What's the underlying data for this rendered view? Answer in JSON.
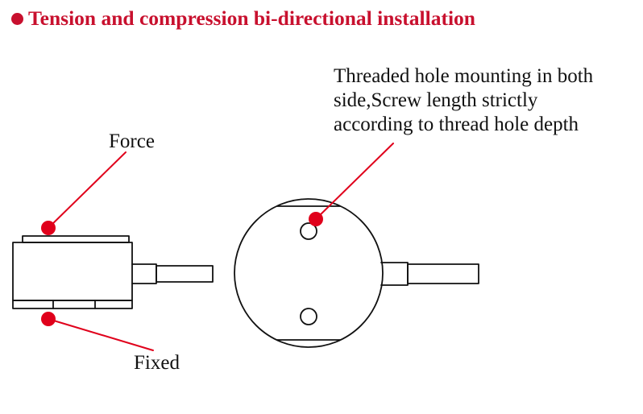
{
  "heading": {
    "text": "Tension and compression bi-directional installation",
    "bullet_color": "#c8102e"
  },
  "labels": {
    "force": "Force",
    "fixed": "Fixed",
    "thread_note": [
      "Threaded hole mounting in both",
      "side,Screw length strictly",
      "according to thread hole depth"
    ]
  },
  "colors": {
    "marker": "#e0001b",
    "line": "#111111"
  },
  "icons": {
    "marker": "red-dot-marker"
  }
}
